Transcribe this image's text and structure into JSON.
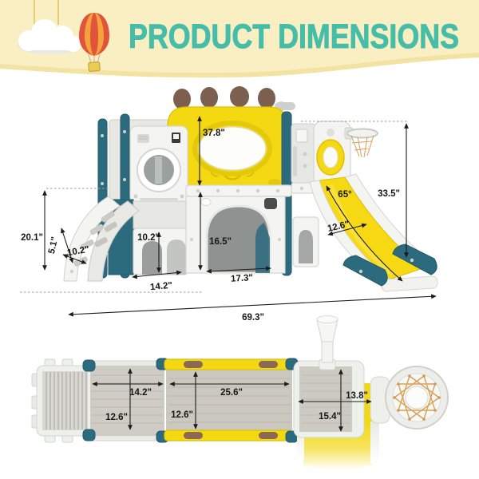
{
  "header": {
    "title": "PRODUCT DIMENSIONS",
    "title_color": "#46bda9",
    "background_color": "#faefc3",
    "decorations": [
      "cloud-icon",
      "hot-air-balloon-icon"
    ]
  },
  "front_view": {
    "dims": {
      "playhouse_height": "37.8\"",
      "platform_height": "33.5\"",
      "slide_angle": "65°",
      "slide_width": "12.6\"",
      "ladder_height": "20.1\"",
      "step_rise": "5.1\"",
      "step_depth": "10.2\"",
      "window_height": "10.2\"",
      "base_width": "14.2\"",
      "door_height": "16.5\"",
      "door_width": "17.3\"",
      "total_width": "69.3\""
    }
  },
  "top_view": {
    "dims": {
      "platform_width": "14.2\"",
      "platform_depth": "12.6\"",
      "center_width": "25.6\"",
      "center_depth": "12.6\"",
      "tower_width": "13.8\"",
      "tower_depth": "15.4\""
    }
  },
  "colors": {
    "frame_teal": "#2c6a7e",
    "panel_yellow": "#f4d912",
    "knob_brown": "#7c5f4f",
    "net_orange": "#d69c50"
  }
}
